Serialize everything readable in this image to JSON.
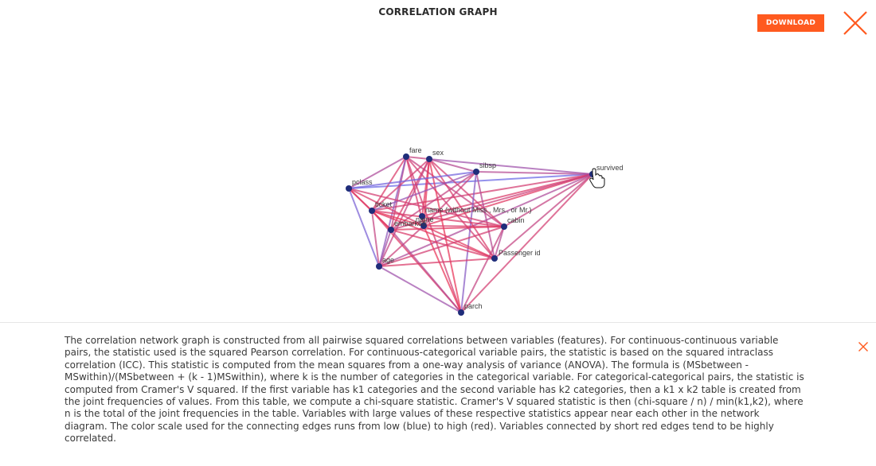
{
  "header": {
    "title": "CORRELATION GRAPH",
    "download_label": "DOWNLOAD"
  },
  "colors": {
    "accent": "#ff5a1f",
    "node": "#1f2d7a",
    "edge_low": "#5a6cf5",
    "edge_high": "#f0304f"
  },
  "icons": [
    "close-icon",
    "cursor-hand-icon"
  ],
  "graph": {
    "nodes": [
      {
        "id": "fare",
        "label": "fare"
      },
      {
        "id": "sex",
        "label": "sex"
      },
      {
        "id": "sibsp",
        "label": "sibsp"
      },
      {
        "id": "survived",
        "label": "survived"
      },
      {
        "id": "pclass",
        "label": "pclass"
      },
      {
        "id": "ticket",
        "label": "ticket"
      },
      {
        "id": "name_wo",
        "label": "name (without Miss., Mrs., or Mr.)"
      },
      {
        "id": "name",
        "label": "name"
      },
      {
        "id": "embarked",
        "label": "embarked"
      },
      {
        "id": "cabin",
        "label": "cabin"
      },
      {
        "id": "passenger_id",
        "label": "Passenger id"
      },
      {
        "id": "age",
        "label": "age"
      },
      {
        "id": "parch",
        "label": "parch"
      }
    ]
  },
  "description": {
    "text": "The correlation network graph is constructed from all pairwise squared correlations between variables (features). For continuous-continuous variable pairs, the statistic used is the squared Pearson correlation. For continuous-categorical variable pairs, the statistic is based on the squared intraclass correlation (ICC). This statistic is computed from the mean squares from a one-way analysis of variance (ANOVA). The formula is (MSbetween - MSwithin)/(MSbetween + (k - 1)MSwithin), where k is the number of categories in the categorical variable. For categorical-categorical pairs, the statistic is computed from Cramer's V squared. If the first variable has k1 categories and the second variable has k2 categories, then a k1 x k2 table is created from the joint frequencies of values. From this table, we compute a chi-square statistic. Cramer's V squared statistic is then (chi-square / n) / min(k1,k2), where n is the total of the joint frequencies in the table. Variables with large values of these respective statistics appear near each other in the network diagram. The color scale used for the connecting edges runs from low (blue) to high (red). Variables connected by short red edges tend to be highly correlated."
  }
}
